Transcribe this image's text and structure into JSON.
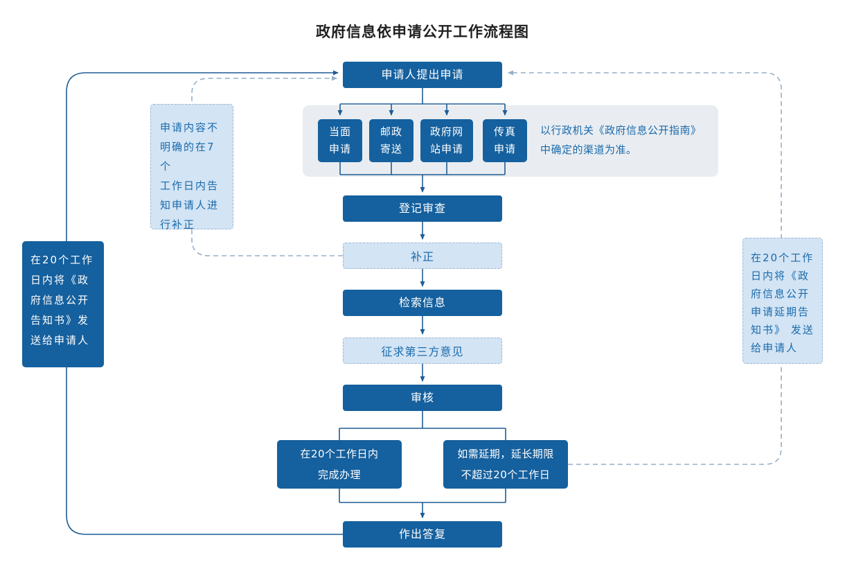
{
  "title": "政府信息依申请公开工作流程图",
  "colors": {
    "dark_blue": "#15609e",
    "light_blue_fill": "#d3e4f4",
    "light_blue_border": "#9db7d3",
    "panel_bg": "#e9edf1",
    "line_solid": "#1e5c96",
    "line_dashed": "#95adc9",
    "note_text": "#1a6aab",
    "title_text": "#1f1f1f"
  },
  "nodes": {
    "apply": "申请人提出申请",
    "register": "登记审查",
    "supplement": "补正",
    "search": "检索信息",
    "third_party": "征求第三方意见",
    "review": "审核",
    "complete": "在20个工作日内\n完成办理",
    "extend": "如需延期，延长期限\n不超过20个工作日",
    "reply": "作出答复"
  },
  "channels": {
    "in_person": "当面\n申请",
    "postal": "邮政\n寄送",
    "website": "政府网\n站申请",
    "fax": "传真\n申请",
    "note": "以行政机关《政府信息公开指南》\n中确定的渠道为准。"
  },
  "annotations": {
    "notice_left": "在20个工作\n日内将《政\n府信息公开\n告知书》发\n送给申请人",
    "supplement_note": "申请内容不\n明确的在7个\n工作日内告\n知申请人进\n行补正",
    "delay_note": "在20个工作\n日内将《政\n府信息公开\n申请延期告\n知书》 发送\n给申请人"
  }
}
